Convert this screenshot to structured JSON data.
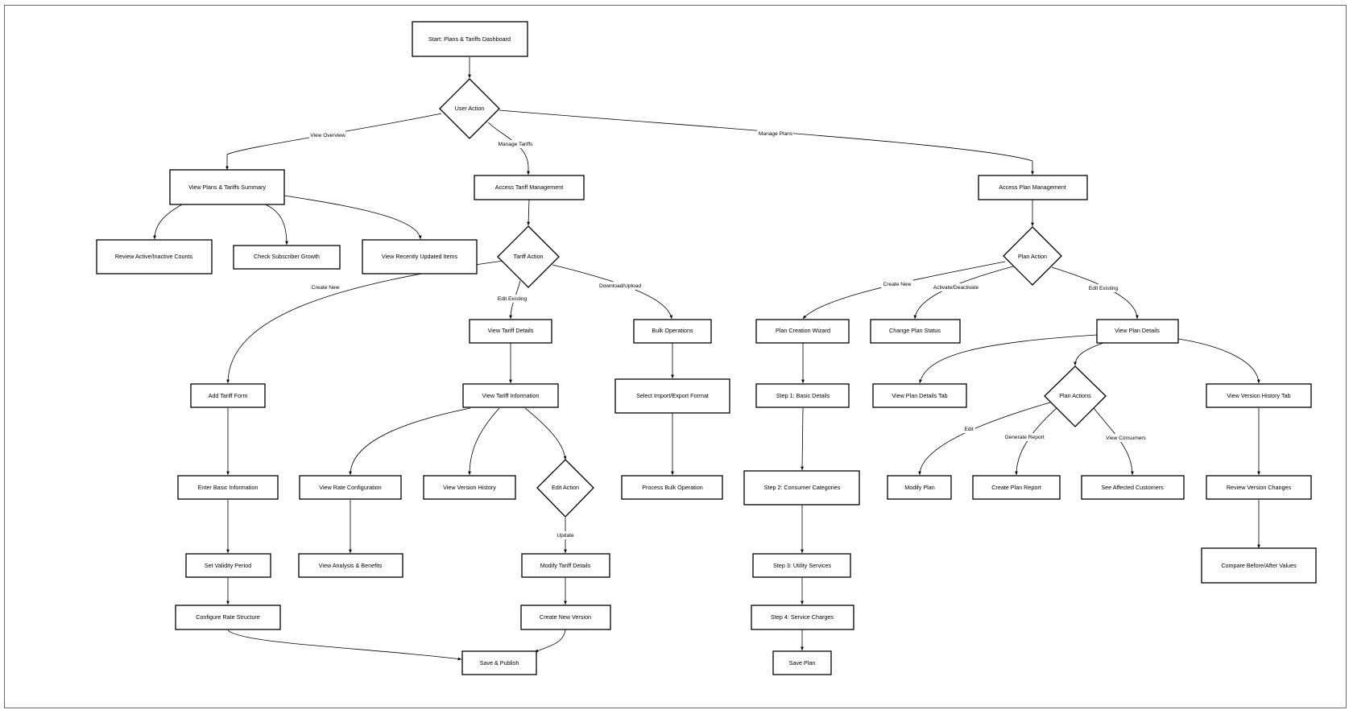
{
  "diagram": {
    "nodes": {
      "start": "Start: Plans & Tariffs Dashboard",
      "user_action": "User Action",
      "view_summary": "View Plans & Tariffs Summary",
      "access_tariff": "Access Tariff Management",
      "access_plan": "Access Plan Management",
      "review_counts": "Review Active/Inactive Counts",
      "check_growth": "Check Subscriber Growth",
      "recent_items": "View Recently Updated Items",
      "tariff_action": "Tariff Action",
      "plan_action": "Plan Action",
      "view_tariff_details": "View Tariff Details",
      "bulk_operations": "Bulk Operations",
      "plan_wizard": "Plan Creation Wizard",
      "change_status": "Change Plan Status",
      "view_plan_details": "View Plan Details",
      "add_tariff_form": "Add Tariff Form",
      "view_tariff_info": "View Tariff Information",
      "select_format": "Select Import/Export Format",
      "step1": "Step 1: Basic Details",
      "plan_details_tab": "View Plan Details Tab",
      "plan_actions": "Plan Actions",
      "version_history_tab": "View Version History Tab",
      "enter_basic": "Enter Basic Information",
      "rate_config": "View Rate Configuration",
      "version_history": "View Version History",
      "edit_action": "Edit Action",
      "process_bulk": "Process Bulk Operation",
      "step2": "Step 2: Consumer Categories",
      "modify_plan": "Modify Plan",
      "create_report": "Create Plan Report",
      "affected_customers": "See Affected Customers",
      "review_version": "Review Version Changes",
      "validity_period": "Set Validity Period",
      "analysis_benefits": "View Analysis & Benefits",
      "modify_tariff": "Modify Tariff Details",
      "step3": "Step 3: Utility Services",
      "compare_values": "Compare Before/After Values",
      "rate_structure": "Configure Rate Structure",
      "new_version": "Create New Version",
      "step4": "Step 4: Service Charges",
      "save_publish": "Save & Publish",
      "save_plan": "Save Plan"
    },
    "edge_labels": {
      "view_overview": "View Overview",
      "manage_tariffs": "Manage Tariffs",
      "manage_plans": "Manage Plans",
      "create_new_tariff": "Create New",
      "edit_existing_tariff": "Edit Existing",
      "download_upload": "Download/Upload",
      "create_new_plan": "Create New",
      "activate_deactivate": "Activate/Deactivate",
      "edit_existing_plan": "Edit Existing",
      "edit": "Edit",
      "generate_report": "Generate Report",
      "view_consumers": "View Consumers",
      "update": "Update"
    },
    "colors": {
      "stroke": "#000000",
      "fill": "#ffffff",
      "frame": "#6b6b6b"
    }
  }
}
